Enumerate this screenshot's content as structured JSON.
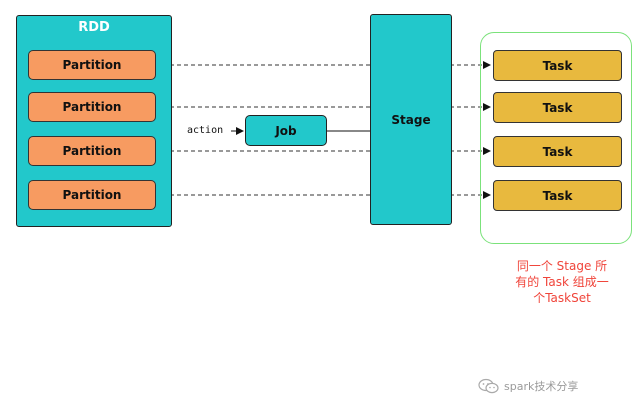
{
  "rdd": {
    "title": "RDD",
    "partition_label": "Partition"
  },
  "job": {
    "label": "Job"
  },
  "action": {
    "label": "action"
  },
  "stage": {
    "label": "Stage"
  },
  "task": {
    "label": "Task"
  },
  "caption": {
    "lines": [
      "同一个 Stage 所",
      "有的 Task 组成一",
      "个TaskSet"
    ]
  },
  "watermark": {
    "text": "spark技术分享",
    "icon": "wechat-icon"
  },
  "colors": {
    "rdd_stage_fill": "#22c8cb",
    "partition_fill": "#f79b61",
    "task_fill": "#e8b93e",
    "taskset_border": "#7be27b",
    "caption_text": "#f0443a"
  }
}
